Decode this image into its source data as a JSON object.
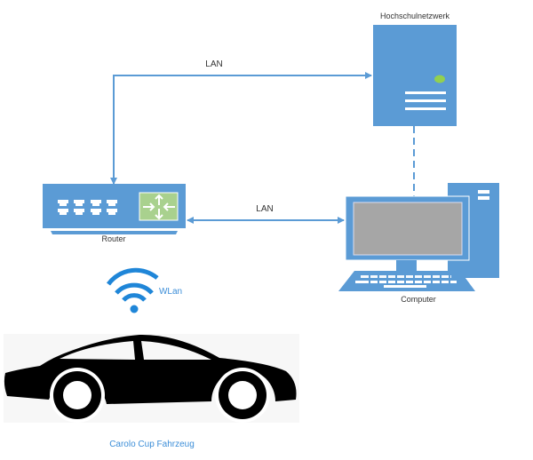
{
  "labels": {
    "server": "Hochschulnetzwerk",
    "router": "Router",
    "computer": "Computer",
    "lan_top": "LAN",
    "lan_bottom": "LAN",
    "wlan": "WLan",
    "car": "Carolo Cup Fahrzeug"
  },
  "colors": {
    "device_blue": "#5b9bd5",
    "router_green": "#a9d18e",
    "led_green": "#92d050",
    "screen_gray": "#a6a6a6",
    "wifi_blue": "#1f86d8"
  }
}
